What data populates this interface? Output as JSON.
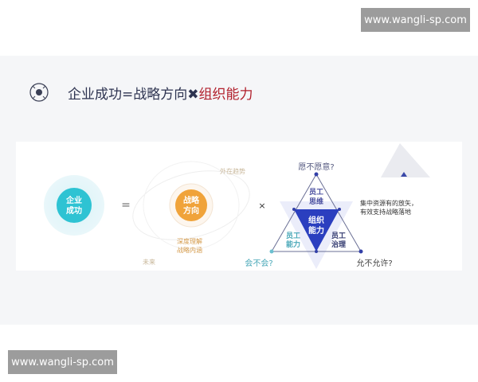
{
  "watermark_top": "www.wangli-sp.com",
  "watermark_bottom": "www.wangli-sp.com",
  "heading": {
    "part1": "企业成功=战略方向",
    "times": "✖",
    "part2": "组织能力"
  },
  "diagram": {
    "success": [
      "企业",
      "成功"
    ],
    "equals": "=",
    "strategy": [
      "战略",
      "方向"
    ],
    "external": "外在趋势",
    "future": "未来",
    "understand": [
      "深度理解",
      "战略内涵"
    ],
    "times": "×",
    "willing": "愿不愿意?",
    "can": "会不会?",
    "allowed": "允不允许?",
    "thinking": [
      "员工",
      "思维"
    ],
    "ability": [
      "员工",
      "能力"
    ],
    "governance": [
      "员工",
      "治理"
    ],
    "org": [
      "组织",
      "能力"
    ],
    "note": [
      "集中资源有的放矢，",
      "有效支持战略落地"
    ]
  }
}
